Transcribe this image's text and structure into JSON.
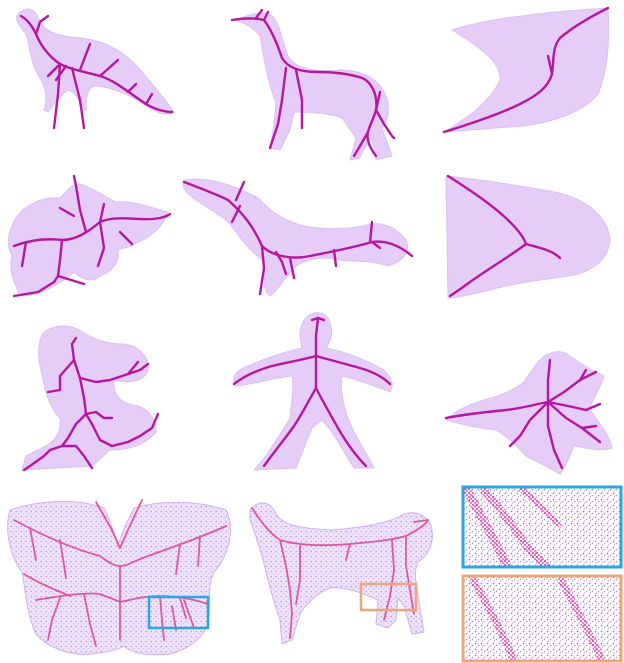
{
  "figure": {
    "panels": [
      {
        "id": "bird",
        "kind": "shape-skeleton"
      },
      {
        "id": "dog-greyhound",
        "kind": "shape-skeleton"
      },
      {
        "id": "leaf-shape",
        "kind": "shape-skeleton"
      },
      {
        "id": "splat-shape",
        "kind": "shape-skeleton"
      },
      {
        "id": "lizard-shape",
        "kind": "shape-skeleton"
      },
      {
        "id": "fan-shape",
        "kind": "shape-skeleton"
      },
      {
        "id": "monkey-shape",
        "kind": "shape-skeleton"
      },
      {
        "id": "human-shape",
        "kind": "shape-skeleton"
      },
      {
        "id": "maple-leaf-shape",
        "kind": "shape-skeleton"
      },
      {
        "id": "butterfly-pointcloud",
        "kind": "pointcloud-skeleton"
      },
      {
        "id": "dog-pointcloud",
        "kind": "pointcloud-skeleton"
      },
      {
        "id": "zoom-butterfly",
        "kind": "zoom-inset"
      },
      {
        "id": "zoom-dog",
        "kind": "zoom-inset"
      }
    ],
    "colors": {
      "shape_fill": "#e6cdf7",
      "skeleton": "#b7169f",
      "pointcloud_skeleton": "#e0589c",
      "highlight_blue": "#2aa7e0",
      "highlight_orange": "#e8a878"
    }
  }
}
